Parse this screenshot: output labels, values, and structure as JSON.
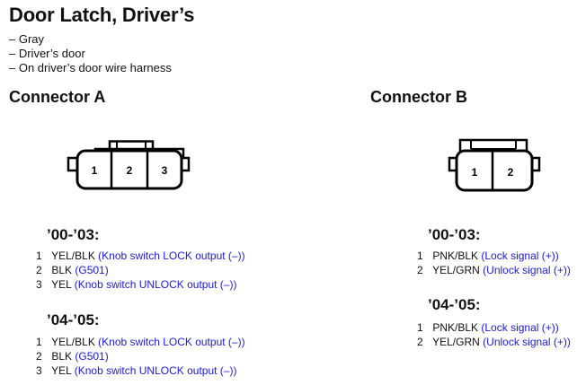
{
  "title": "Door Latch, Driver’s",
  "description": [
    "– Gray",
    "– Driver’s door",
    "– On driver’s door wire harness"
  ],
  "connector_a": {
    "heading": "Connector A",
    "pin_labels": [
      "1",
      "2",
      "3"
    ],
    "groups": [
      {
        "period": "’00-’03:",
        "pins": [
          {
            "num": "1",
            "wire": "YEL/BLK",
            "desc": "(Knob switch LOCK output (–))"
          },
          {
            "num": "2",
            "wire": "BLK",
            "desc": "(G501)"
          },
          {
            "num": "3",
            "wire": "YEL",
            "desc": "(Knob switch UNLOCK output (–))"
          }
        ]
      },
      {
        "period": "’04-’05:",
        "pins": [
          {
            "num": "1",
            "wire": "YEL/BLK",
            "desc": "(Knob switch LOCK output (–))"
          },
          {
            "num": "2",
            "wire": "BLK",
            "desc": "(G501)"
          },
          {
            "num": "3",
            "wire": "YEL",
            "desc": "(Knob switch UNLOCK output (–))"
          }
        ]
      }
    ]
  },
  "connector_b": {
    "heading": "Connector B",
    "pin_labels": [
      "1",
      "2"
    ],
    "groups": [
      {
        "period": "’00-’03:",
        "pins": [
          {
            "num": "1",
            "wire": "PNK/BLK",
            "desc": "(Lock signal (+))"
          },
          {
            "num": "2",
            "wire": "YEL/GRN",
            "desc": "(Unlock signal (+))"
          }
        ]
      },
      {
        "period": "’04-’05:",
        "pins": [
          {
            "num": "1",
            "wire": "PNK/BLK",
            "desc": "(Lock signal (+))"
          },
          {
            "num": "2",
            "wire": "YEL/GRN",
            "desc": "(Unlock signal (+))"
          }
        ]
      }
    ]
  },
  "colors": {
    "text": "#111111",
    "description_blue": "#1a1adc",
    "outline": "#000000"
  }
}
